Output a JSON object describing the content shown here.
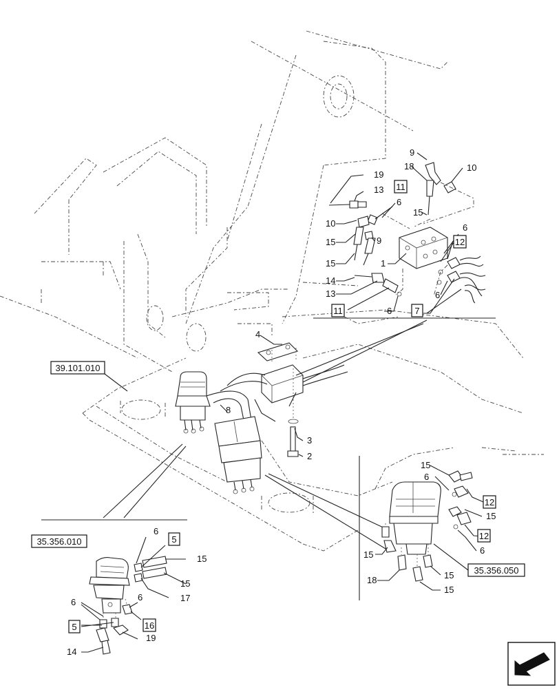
{
  "references": {
    "ref_39_101_010": "39.101.010",
    "ref_35_356_010": "35.356.010",
    "ref_35_356_050": "35.356.050"
  },
  "callouts": {
    "c1": "1",
    "c2": "2",
    "c3": "3",
    "c4": "4",
    "c8": "8",
    "top_9": "9",
    "top_10a": "10",
    "top_18": "18",
    "top_15a": "15",
    "top_19": "19",
    "top_13a": "13",
    "top_11a": "11",
    "top_6a": "6",
    "top_10b": "10",
    "top_9b": "9",
    "top_15b": "15",
    "top_15c": "15",
    "top_14": "14",
    "top_13b": "13",
    "top_11b": "11",
    "top_6b": "6",
    "top_6c": "6",
    "top_12": "12",
    "top_6d": "6",
    "top_7": "7",
    "bl_6a": "6",
    "bl_5a": "5",
    "bl_15a": "15",
    "bl_15b": "15",
    "bl_17": "17",
    "bl_6b": "6",
    "bl_16": "16",
    "bl_6c": "6",
    "bl_5b": "5",
    "bl_19": "19",
    "bl_14": "14",
    "br_15a": "15",
    "br_6a": "6",
    "br_12a": "12",
    "br_15b": "15",
    "br_12b": "12",
    "br_6b": "6",
    "br_15c": "15",
    "br_18": "18",
    "br_15d": "15",
    "br_15e": "15"
  },
  "icons": {
    "nav": "arrow-navigation-icon"
  }
}
